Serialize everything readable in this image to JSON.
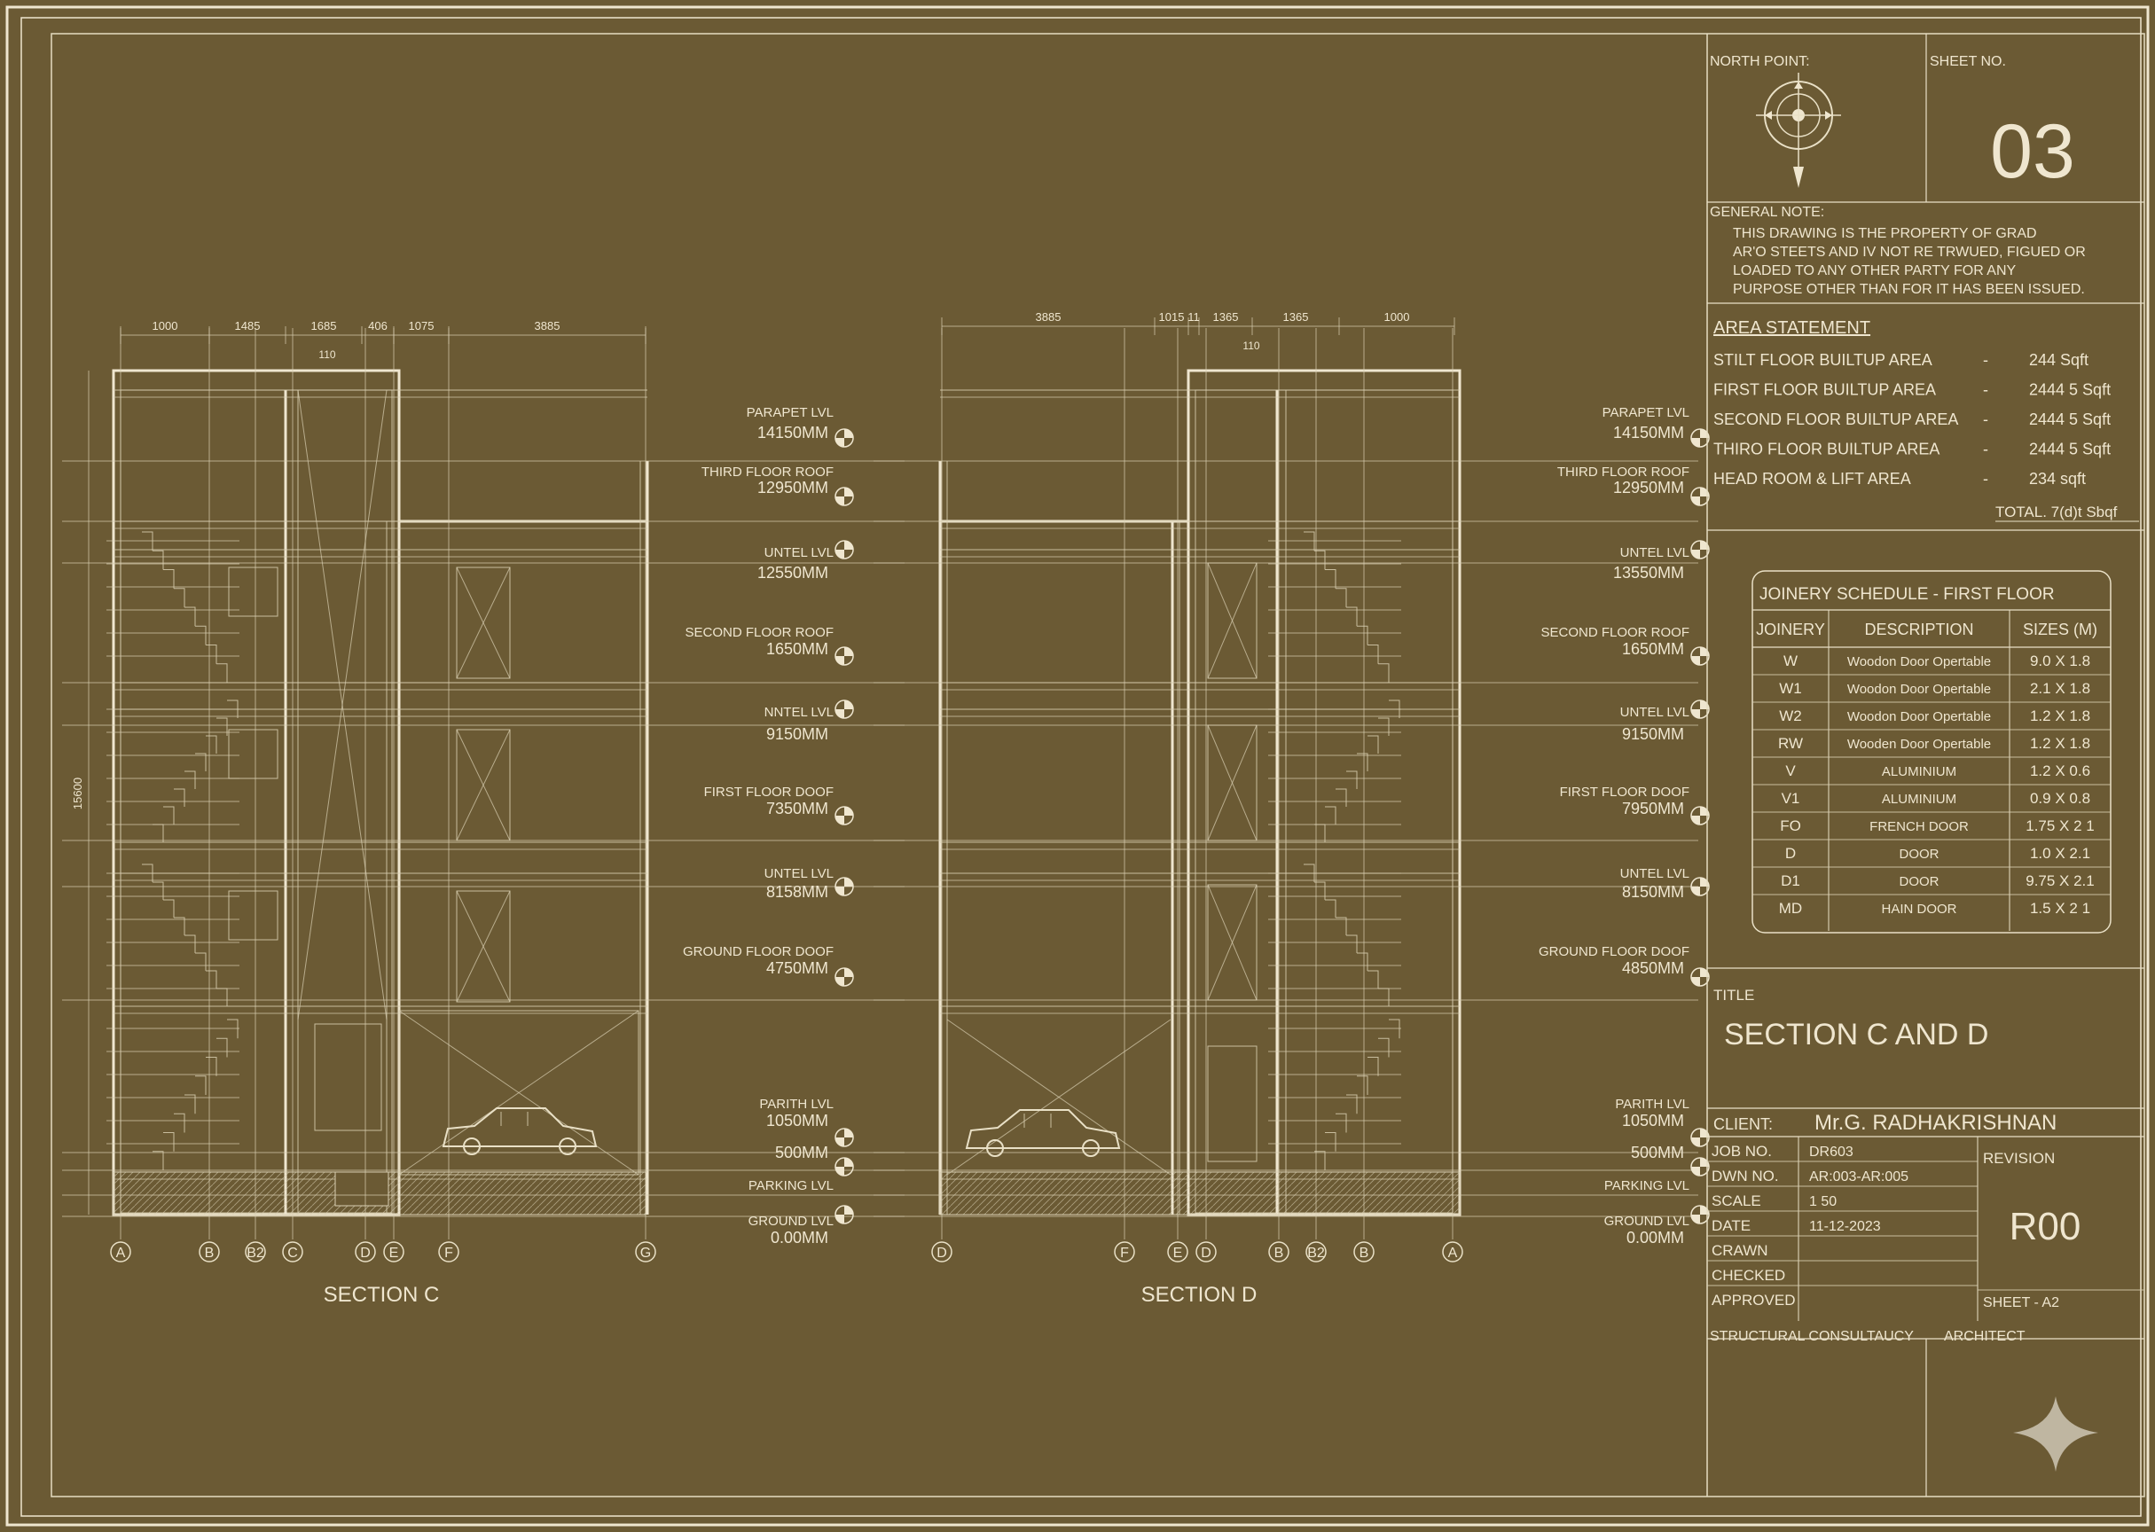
{
  "title_block": {
    "north_point_label": "NORTH POINT:",
    "sheet_no_label": "SHEET NO.",
    "sheet_no": "03",
    "general_note_label": "GENERAL NOTE:",
    "general_note_lines": [
      "THIS DRAWING IS THE PROPERTY OF GRAD",
      "AR'O STEETS AND IV NOT RE TRWUED, FIGUED OR",
      "LOADED TO ANY OTHER PARTY FOR ANY",
      "PURPOSE OTHER THAN FOR IT HAS BEEN ISSUED."
    ],
    "area_statement": {
      "heading": "AREA STATEMENT",
      "rows": [
        {
          "label": "STILT FLOOR BUILTUP AREA",
          "dash": "-",
          "value": "244 Sqft"
        },
        {
          "label": "FIRST FLOOR BUILTUP AREA",
          "dash": "-",
          "value": "2444 5 Sqft"
        },
        {
          "label": "SECOND FLOOR BUILTUP AREA",
          "dash": "-",
          "value": "2444 5 Sqft"
        },
        {
          "label": "THIRO FLOOR BUILTUP AREA",
          "dash": "-",
          "value": "2444 5 Sqft"
        },
        {
          "label": "HEAD ROOM & LIFT AREA",
          "dash": "-",
          "value": "234 sqft"
        }
      ],
      "total": "TOTAL. 7(d)t Sbqf"
    },
    "joinery": {
      "heading": "JOINERY SCHEDULE - FIRST FLOOR",
      "columns": [
        "JOINERY",
        "DESCRIPTION",
        "SIZES (M)"
      ],
      "rows": [
        [
          "W",
          "Woodon Door Opertable",
          "9.0 X 1.8"
        ],
        [
          "W1",
          "Woodon Door Opertable",
          "2.1 X 1.8"
        ],
        [
          "W2",
          "Woodon Door Opertable",
          "1.2 X 1.8"
        ],
        [
          "RW",
          "Wooden Door Opertable",
          "1.2 X 1.8"
        ],
        [
          "V",
          "ALUMINIUM",
          "1.2 X 0.6"
        ],
        [
          "V1",
          "ALUMINIUM",
          "0.9 X 0.8"
        ],
        [
          "FO",
          "FRENCH DOOR",
          "1.75 X 2 1"
        ],
        [
          "D",
          "DOOR",
          "1.0 X 2.1"
        ],
        [
          "D1",
          "DOOR",
          "9.75 X 2.1"
        ],
        [
          "MD",
          "HAIN DOOR",
          "1.5 X 2 1"
        ]
      ]
    },
    "title_label": "TITLE",
    "title": "SECTION C AND D",
    "client_label": "CLIENT:",
    "client": "Mr.G. RADHAKRISHNAN",
    "job_no_label": "JOB NO.",
    "job_no": "DR603",
    "dwn_no_label": "DWN NO.",
    "dwn_no": "AR:003-AR:005",
    "scale_label": "SCALE",
    "scale": "1 50",
    "date_label": "DATE",
    "date": "11-12-2023",
    "drawn_label": "CRAWN",
    "checked_label": "CHECKED",
    "approved_label": "APPROVED",
    "revision_label": "REVISION",
    "revision": "R00",
    "sheet_size": "SHEET - A2",
    "structural_label": "STRUCTURAL CONSULTAUCY",
    "architect_label": "ARCHITECT"
  },
  "section_c": {
    "caption": "SECTION C",
    "grid_labels": [
      "A",
      "B",
      "B2",
      "C",
      "D",
      "E",
      "F",
      "G"
    ],
    "top_dims": [
      "1000",
      "1485",
      "1685",
      "406",
      "1075",
      "3885"
    ],
    "top_sub_dim": "110",
    "levels": [
      {
        "name": "PARAPET LVL",
        "value": "14150MM"
      },
      {
        "name": "THIRD FLOOR ROOF",
        "value": "12950MM"
      },
      {
        "name": "UNTEL LVL",
        "value": "12550MM"
      },
      {
        "name": "SECOND FLOOR ROOF",
        "value": "1650MM"
      },
      {
        "name": "NNTEL LVL",
        "value": "9150MM"
      },
      {
        "name": "FIRST FLOOR DOOF",
        "value": "7350MM"
      },
      {
        "name": "UNTEL LVL",
        "value": "8158MM"
      },
      {
        "name": "GROUND FLOOR DOOF",
        "value": "4750MM"
      },
      {
        "name": "PARITH LVL",
        "value": "1050MM"
      },
      {
        "name": "",
        "value": "500MM"
      },
      {
        "name": "PARKING LVL",
        "value": ""
      },
      {
        "name": "GROUND LVL",
        "value": "0.00MM"
      }
    ],
    "overall_height": "15600"
  },
  "section_d": {
    "caption": "SECTION D",
    "grid_labels": [
      "D",
      "F",
      "E",
      "D",
      "B",
      "B2",
      "B",
      "A"
    ],
    "top_dims": [
      "3885",
      "1015",
      "11",
      "1365",
      "1365",
      "1000"
    ],
    "top_sub_dim": "110",
    "levels": [
      {
        "name": "PARAPET LVL",
        "value": "14150MM"
      },
      {
        "name": "THIRD FLOOR ROOF",
        "value": "12950MM"
      },
      {
        "name": "UNTEL LVL",
        "value": "13550MM"
      },
      {
        "name": "SECOND FLOOR ROOF",
        "value": "1650MM"
      },
      {
        "name": "UNTEL LVL",
        "value": "9150MM"
      },
      {
        "name": "FIRST FLOOR DOOF",
        "value": "7950MM"
      },
      {
        "name": "UNTEL LVL",
        "value": "8150MM"
      },
      {
        "name": "GROUND FLOOR DOOF",
        "value": "4850MM"
      },
      {
        "name": "PARITH LVL",
        "value": "1050MM"
      },
      {
        "name": "",
        "value": "500MM"
      },
      {
        "name": "PARKING LVL",
        "value": ""
      },
      {
        "name": "GROUND LVL",
        "value": "0.00MM"
      }
    ]
  }
}
